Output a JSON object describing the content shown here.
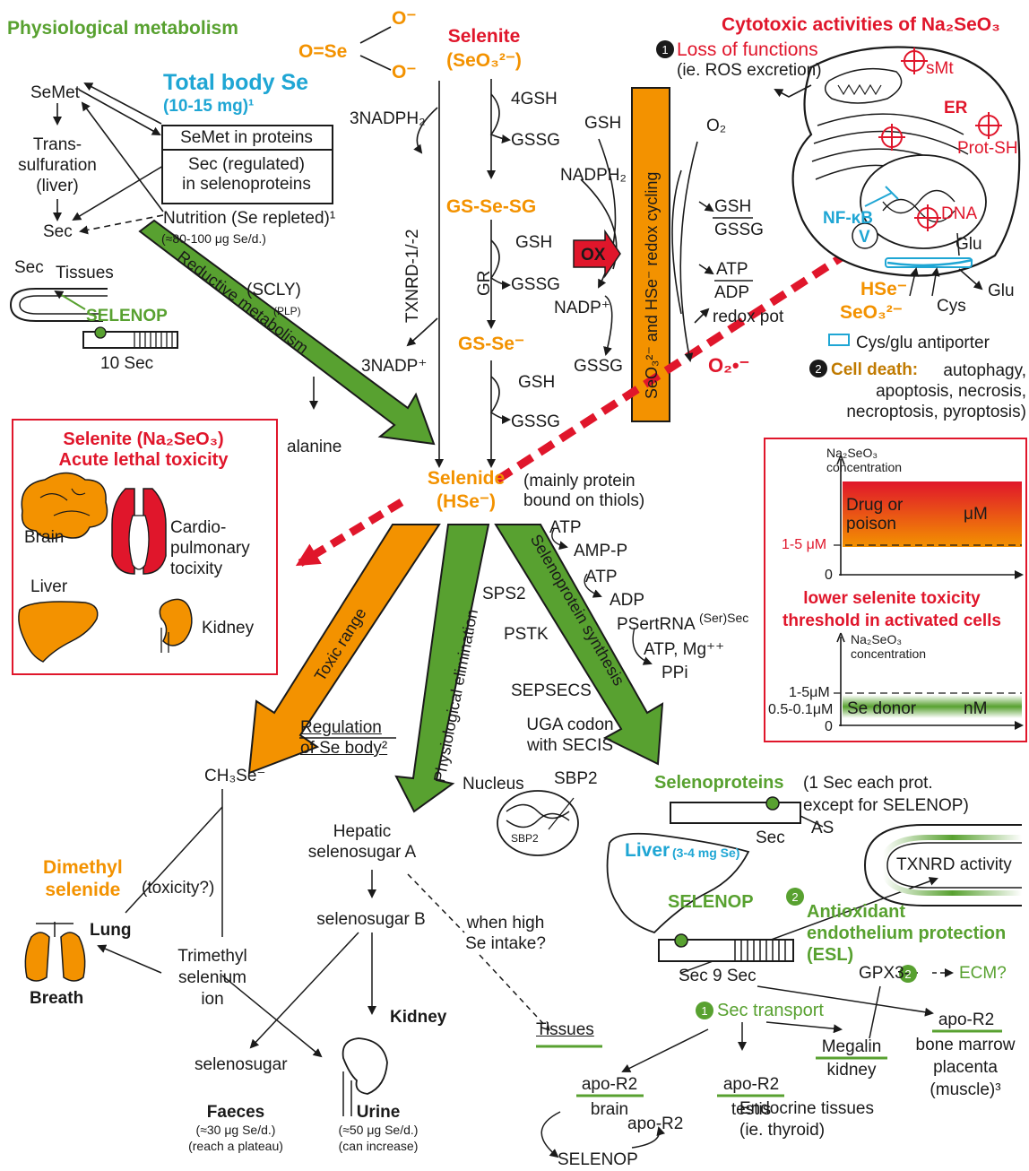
{
  "physiological_metabolism": "Physiological metabolism",
  "semet": "SeMet",
  "transsulfuration": "Trans-\nsulfuration\n(liver)",
  "sec": "Sec",
  "total_body_se": "Total body Se",
  "total_body_se_amount": "(10-15 mg)¹",
  "semet_in_proteins": "SeMet in proteins",
  "sec_in_selenoproteins": "Sec (regulated)\nin selenoproteins",
  "nutrition": "Nutrition (Se repleted)¹",
  "nutrition_amount": "(≈80-100 μg Se/d.)",
  "se_formula": "O=Se",
  "o_minus_1": "O⁻",
  "o_minus_2": "O⁻",
  "selenite_title": "Selenite",
  "selenite_formula": "(SeO₃²⁻)",
  "three_nadph": "3NADPH₂",
  "txnrd": "TXNRD-1/-2",
  "three_nadp": "3NADP⁺",
  "four_gsh": "4GSH",
  "gssg_1": "GSSG",
  "gs_se_sg": "GS-Se-SG",
  "gsh_2": "GSH",
  "gr": "GR",
  "gssg_2": "GSSG",
  "nadp_plus": "NADP⁺",
  "gs_se_minus": "GS-Se⁻",
  "gsh_3": "GSH",
  "gssg_3": "GSSG",
  "gsh_right": "GSH",
  "nadph_right": "NADPH₂",
  "ox": "OX",
  "gssg_right": "GSSG",
  "redox_cycling": "SeO₃²⁻ and HSe⁻ redox cycling",
  "o2": "O₂",
  "gsh_over_gssg_top": "GSH",
  "gsh_over_gssg_bottom": "GSSG",
  "atp_over_adp_top": "ATP",
  "atp_over_adp_bottom": "ADP",
  "redox_pot": "redox pot",
  "superoxide": "O₂•⁻",
  "cytotoxic_title": "Cytotoxic activities of Na₂SeO₃",
  "loss_of_functions": "Loss of functions",
  "ros_excretion": "(ie. ROS excretion)",
  "smt": "sMt",
  "er": "ER",
  "prot_sh": "Prot-SH",
  "nf_kb": "NF-κB",
  "dna": "DNA",
  "v": "V",
  "glu_in": "Glu",
  "glu_out": "Glu",
  "hse_minus": "HSe⁻",
  "seo3": "SeO₃²⁻",
  "cys": "Cys",
  "antiporter": "Cys/glu antiporter",
  "cell_death_title": "Cell death:",
  "cell_death_text": "autophagy,\napoptosis, necrosis,\nnecroptosis, pyroptosis)",
  "marker_1": "1",
  "marker_2": "2",
  "sec_tissues": "Sec",
  "tissues": "Tissues",
  "selenop_left": "SELENOP",
  "ten_sec": "10 Sec",
  "reductive_metabolism": "Reductive metabolism",
  "scly": "(SCLY)",
  "plp": "(PLP)",
  "alanine": "alanine",
  "acute_title_1": "Selenite (Na₂SeO₃)",
  "acute_title_2": "Acute lethal toxicity",
  "brain": "Brain",
  "cardio": "Cardio-\npulmonary\ntocixity",
  "liver": "Liver",
  "kidney": "Kidney",
  "selenide": "Selenide",
  "selenide_formula": "(HSe⁻)",
  "protein_bound": "(mainly protein\nbound on thiols)",
  "toxic_range": "Toxic range",
  "physiological_elimination": "Physiological elimination",
  "selenoprotein_synthesis": "Selenoprotein synthesis",
  "sps2": "SPS2",
  "pstk": "PSTK",
  "sepsecs": "SEPSECS",
  "atp_1": "ATP",
  "amp_p": "AMP-P",
  "atp_2": "ATP",
  "adp": "ADP",
  "psertrna": "PSertRNA",
  "ser_sec": "(Ser)Sec",
  "atp_mg": "ATP, Mg⁺⁺",
  "ppi": "PPi",
  "uga": "UGA codon\nwith SECIS",
  "regulation": "Regulation\nof Se body²",
  "ch3se": "CH₃Se⁻",
  "dimethyl_selenide": "Dimethyl\nselenide",
  "toxicity_q": "(toxicity?)",
  "lung": "Lung",
  "breath": "Breath",
  "trimethyl": "Trimethyl\nselenium\nion",
  "hepatic_selenosugar": "Hepatic\nselenosugar A",
  "selenosugar_b": "selenosugar B",
  "when_high": "when high\nSe intake?",
  "kidney_2": "Kidney",
  "selenosugar": "selenosugar",
  "faeces": "Faeces",
  "faeces_amount": "(≈30 μg Se/d.)",
  "faeces_note": "(reach a plateau)",
  "urine": "Urine",
  "urine_amount": "(≈50 μg Se/d.)",
  "urine_note": "(can increase)",
  "tissues_2": "Tissues",
  "nucleus": "Nucleus",
  "sbp2_top": "SBP2",
  "sbp2_inside": "SBP2",
  "selenoproteins_title": "Selenoproteins",
  "selenoproteins_note": "(1 Sec each prot.\nexcept for SELENOP)",
  "as": "AS",
  "sec_right": "Sec",
  "liver_title": "Liver",
  "liver_amount": "(3-4 mg Se)",
  "selenop_liver": "SELENOP",
  "txnrd_activity": "TXNRD activity",
  "antioxidant": "Antioxidant\nendothelium protection\n(ESL)",
  "sec_9_sec": "Sec 9 Sec",
  "gpx3": "GPX3-",
  "ecm": "ECM?",
  "sec_transport": "Sec transport",
  "apo_r2_brain": "apo-R2",
  "brain_2": "brain",
  "apo_r2_testis": "apo-R2",
  "testis": "testis",
  "megalin": "Megalin",
  "kidney_3": "kidney",
  "apo_r2_bone": "apo-R2",
  "bone_marrow": "bone marrow\nplacenta\n(muscle)³",
  "endocrine": "Endocrine tissues\n(ie. thyroid)",
  "apo_r2_loop": "apo-R2",
  "selenop_loop": "SELENOP",
  "chart1_ylabel": "Na₂SeO₃\nconcentration",
  "chart1_band": "Drug or\npoison",
  "chart1_unit": "μM",
  "chart1_threshold": "1-5 μM",
  "chart1_zero": "0",
  "lower_toxicity": "lower selenite toxicity\nthreshold in activated cells",
  "chart2_ylabel": "Na₂SeO₃\nconcentration",
  "chart2_tick1": "1-5μM",
  "chart2_tick2": "0.5-0.1μM",
  "chart2_zero": "0",
  "chart2_band": "Se donor",
  "chart2_unit": "nM",
  "colors": {
    "orange": "#f39200",
    "green": "#58a130",
    "red": "#e0162b",
    "blue": "#1fa6d4"
  }
}
